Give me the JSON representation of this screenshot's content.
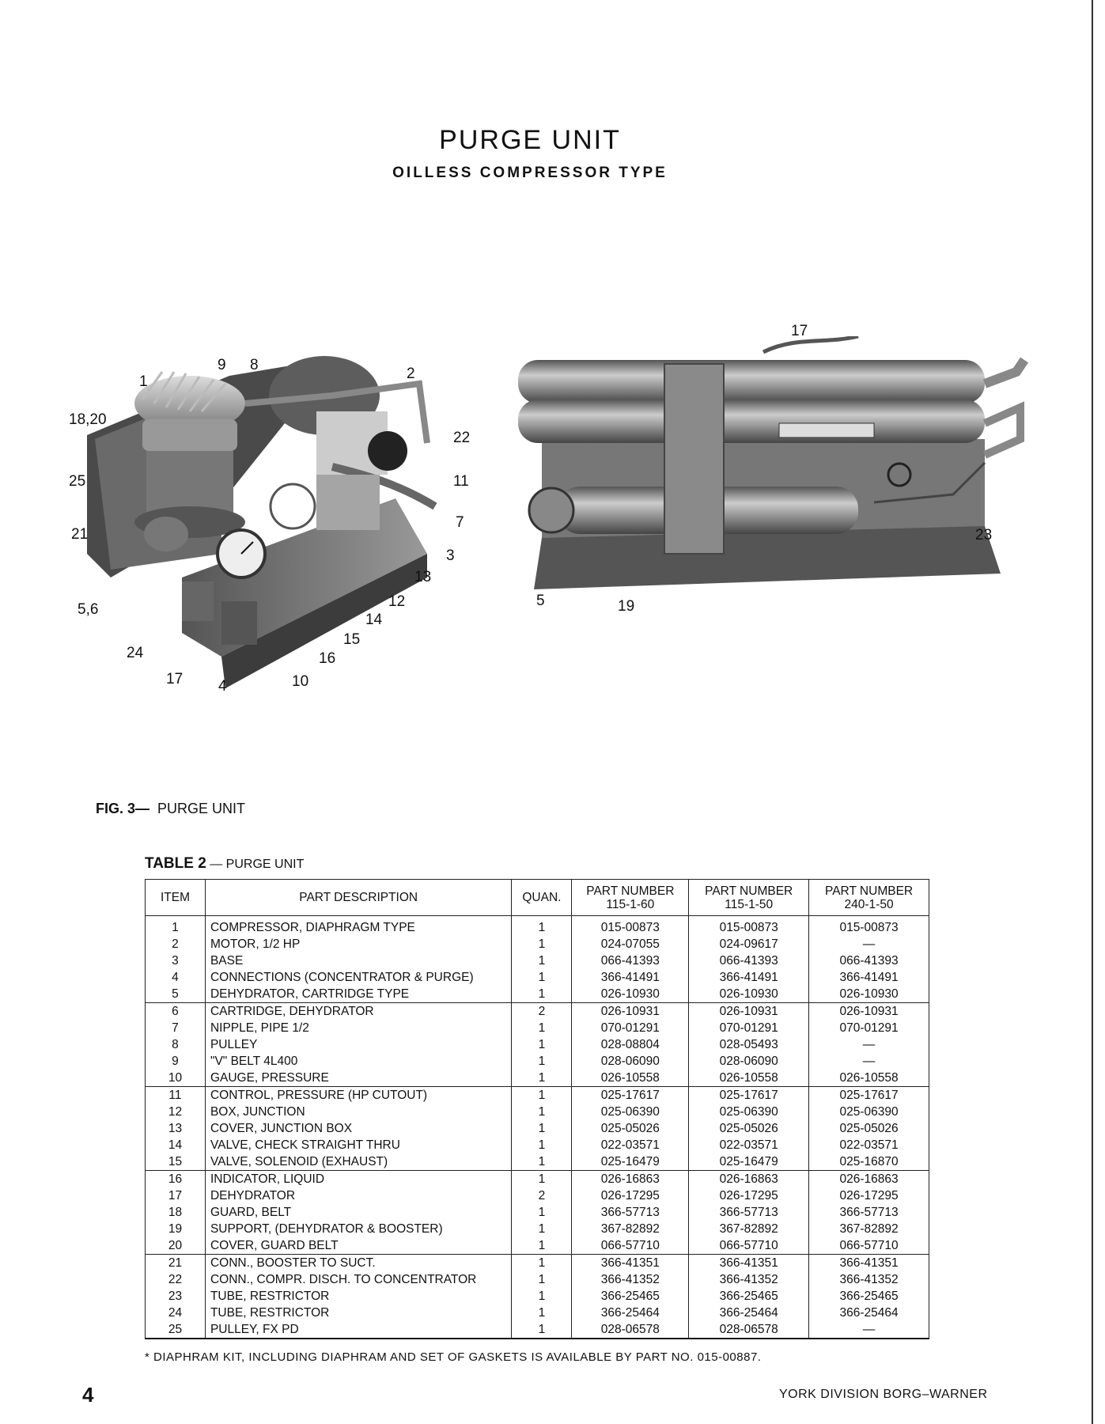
{
  "page": {
    "title": "PURGE UNIT",
    "subtitle": "OILLESS COMPRESSOR TYPE",
    "page_number": "4",
    "footer": "YORK DIVISION  BORG–WARNER"
  },
  "figure": {
    "label": "FIG. 3—",
    "caption": "PURGE UNIT",
    "left_photo_callouts": [
      "1",
      "9",
      "8",
      "2",
      "18,20",
      "22",
      "11",
      "25",
      "7",
      "21",
      "3",
      "13",
      "12",
      "5,6",
      "14",
      "15",
      "24",
      "16",
      "17",
      "4",
      "10"
    ],
    "right_photo_callouts": [
      "17",
      "23",
      "5",
      "19"
    ]
  },
  "table": {
    "label": "TABLE 2",
    "caption": "— PURGE UNIT",
    "headers": {
      "item": "ITEM",
      "desc": "PART DESCRIPTION",
      "quan": "QUAN.",
      "pn1": "PART NUMBER",
      "pn1_sub": "115-1-60",
      "pn2": "PART NUMBER",
      "pn2_sub": "115-1-50",
      "pn3": "PART NUMBER",
      "pn3_sub": "240-1-50"
    },
    "rows": [
      [
        "1",
        "COMPRESSOR, DIAPHRAGM TYPE",
        "1",
        "015-00873",
        "015-00873",
        "015-00873"
      ],
      [
        "2",
        "MOTOR, 1/2 HP",
        "1",
        "024-07055",
        "024-09617",
        "—"
      ],
      [
        "3",
        "BASE",
        "1",
        "066-41393",
        "066-41393",
        "066-41393"
      ],
      [
        "4",
        "CONNECTIONS (CONCENTRATOR & PURGE)",
        "1",
        "366-41491",
        "366-41491",
        "366-41491"
      ],
      [
        "5",
        "DEHYDRATOR, CARTRIDGE TYPE",
        "1",
        "026-10930",
        "026-10930",
        "026-10930"
      ],
      [
        "6",
        "CARTRIDGE, DEHYDRATOR",
        "2",
        "026-10931",
        "026-10931",
        "026-10931"
      ],
      [
        "7",
        "NIPPLE, PIPE 1/2",
        "1",
        "070-01291",
        "070-01291",
        "070-01291"
      ],
      [
        "8",
        "PULLEY",
        "1",
        "028-08804",
        "028-05493",
        "—"
      ],
      [
        "9",
        "\"V\" BELT 4L400",
        "1",
        "028-06090",
        "028-06090",
        "—"
      ],
      [
        "10",
        "GAUGE, PRESSURE",
        "1",
        "026-10558",
        "026-10558",
        "026-10558"
      ],
      [
        "11",
        "CONTROL, PRESSURE (HP CUTOUT)",
        "1",
        "025-17617",
        "025-17617",
        "025-17617"
      ],
      [
        "12",
        "BOX, JUNCTION",
        "1",
        "025-06390",
        "025-06390",
        "025-06390"
      ],
      [
        "13",
        "COVER, JUNCTION BOX",
        "1",
        "025-05026",
        "025-05026",
        "025-05026"
      ],
      [
        "14",
        "VALVE, CHECK STRAIGHT THRU",
        "1",
        "022-03571",
        "022-03571",
        "022-03571"
      ],
      [
        "15",
        "VALVE, SOLENOID (EXHAUST)",
        "1",
        "025-16479",
        "025-16479",
        "025-16870"
      ],
      [
        "16",
        "INDICATOR, LIQUID",
        "1",
        "026-16863",
        "026-16863",
        "026-16863"
      ],
      [
        "17",
        "DEHYDRATOR",
        "2",
        "026-17295",
        "026-17295",
        "026-17295"
      ],
      [
        "18",
        "GUARD, BELT",
        "1",
        "366-57713",
        "366-57713",
        "366-57713"
      ],
      [
        "19",
        "SUPPORT, (DEHYDRATOR & BOOSTER)",
        "1",
        "367-82892",
        "367-82892",
        "367-82892"
      ],
      [
        "20",
        "COVER, GUARD BELT",
        "1",
        "066-57710",
        "066-57710",
        "066-57710"
      ],
      [
        "21",
        "CONN., BOOSTER TO SUCT.",
        "1",
        "366-41351",
        "366-41351",
        "366-41351"
      ],
      [
        "22",
        "CONN., COMPR. DISCH. TO CONCENTRATOR",
        "1",
        "366-41352",
        "366-41352",
        "366-41352"
      ],
      [
        "23",
        "TUBE, RESTRICTOR",
        "1",
        "366-25465",
        "366-25465",
        "366-25465"
      ],
      [
        "24",
        "TUBE, RESTRICTOR",
        "1",
        "366-25464",
        "366-25464",
        "366-25464"
      ],
      [
        "25",
        "PULLEY, FX PD",
        "1",
        "028-06578",
        "028-06578",
        "—"
      ]
    ],
    "footnote": "* DIAPHRAM KIT, INCLUDING DIAPHRAM AND SET OF GASKETS IS AVAILABLE BY PART NO. 015-00887."
  }
}
